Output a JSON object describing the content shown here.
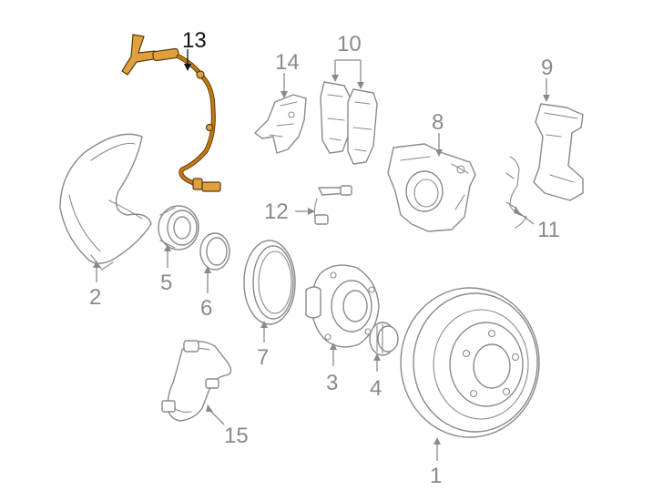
{
  "colors": {
    "line": "#8a8a8a",
    "highlight": "#c87a12",
    "highlight_label": "#111111",
    "background": "#ffffff"
  },
  "highlighted_part": "13",
  "callouts": {
    "c1": "1",
    "c2": "2",
    "c3": "3",
    "c4": "4",
    "c5": "5",
    "c6": "6",
    "c7": "7",
    "c8": "8",
    "c9": "9",
    "c10": "10",
    "c11": "11",
    "c12": "12",
    "c13": "13",
    "c14": "14",
    "c15": "15"
  }
}
